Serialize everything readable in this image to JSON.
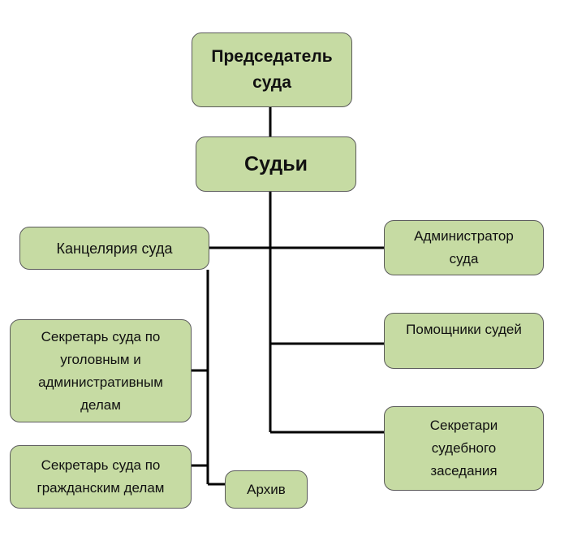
{
  "nodes": {
    "chairman": "Председатель\nсуда",
    "judges": "Судьи",
    "office": "Канцелярия суда",
    "administrator": "Администратор\nсуда",
    "assistants": "Помощники судей",
    "session_secretaries": "Секретари\nсудебного\nзаседания",
    "secretary_criminal": "Секретарь суда по\nуголовным и\nадминистративным\nделам",
    "secretary_civil": "Секретарь суда по\nгражданским делам",
    "archive": "Архив"
  },
  "colors": {
    "box_fill": "#c6dba3",
    "box_border": "#5a5a5a",
    "connector": "#000000"
  }
}
